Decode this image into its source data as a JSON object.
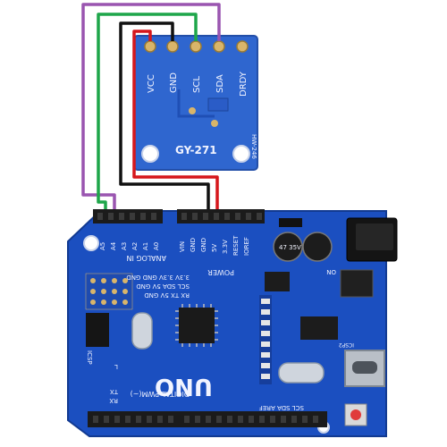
{
  "module": {
    "pins": [
      "VCC",
      "GND",
      "SCL",
      "SDA",
      "DRDY"
    ],
    "name_label": "GY-271",
    "code": "HW-246"
  },
  "board": {
    "logo": "UNO",
    "analog_in_label": "ANALOG IN",
    "power_label": "POWER",
    "digital_label": "DIGITAL PWM(~)",
    "analog_pins": [
      "A0",
      "A1",
      "A2",
      "A3",
      "A4",
      "A5"
    ],
    "power_pins": [
      "IOREF",
      "RESET",
      "3.3V",
      "5V",
      "GND",
      "GND",
      "VIN"
    ],
    "header_labels": [
      "SCL SDA 5V GND",
      "RX TX 5V GND",
      "3.3V 3.3V GND GND"
    ],
    "icsp_label": "ICSP",
    "tx_label": "TX",
    "rx_label": "RX",
    "l_label": "L",
    "on_label": "ON",
    "bottom_label": "SCL SDA AREF",
    "cap_label": "47 35V",
    "icsp2_label": "ICSP2"
  },
  "wires": [
    {
      "from": "VCC",
      "to": "5V",
      "color": "#d6171c"
    },
    {
      "from": "GND",
      "to": "GND",
      "color": "#111111"
    },
    {
      "from": "SCL",
      "to": "A5",
      "color": "#1ea64a"
    },
    {
      "from": "SDA",
      "to": "A4",
      "color": "#9a55b0"
    }
  ],
  "colors": {
    "pcb": "#1b4fc0",
    "module_pcb": "#2f66cf",
    "header": "#1b1b1b",
    "pad": "#d9b56a"
  }
}
